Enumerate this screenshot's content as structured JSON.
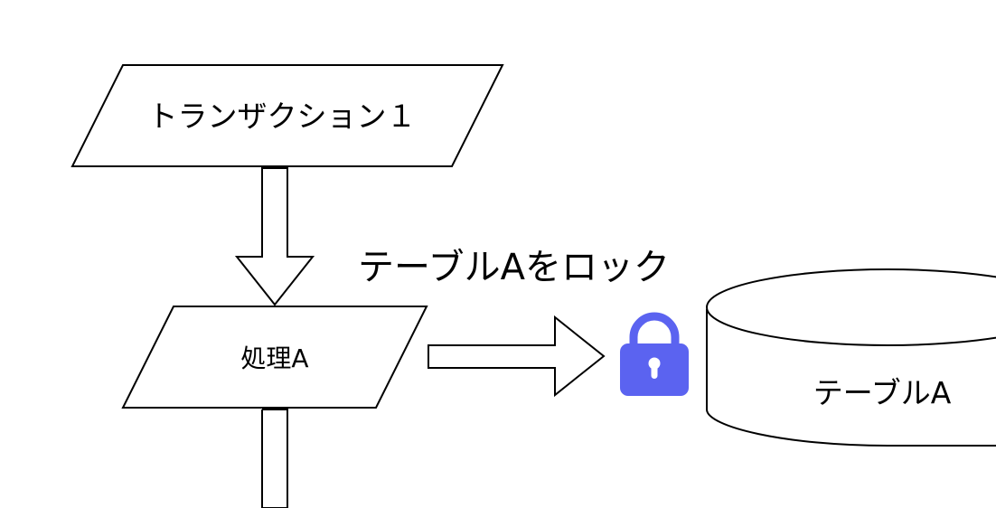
{
  "nodes": {
    "transaction": {
      "label": "トランザクション１"
    },
    "process": {
      "label": "処理A"
    },
    "table": {
      "label": "テーブルA"
    }
  },
  "annotation": {
    "label": "テーブルAをロック"
  },
  "icons": {
    "lock": {
      "name": "lock-icon",
      "color": "#5b63f0"
    }
  },
  "colors": {
    "stroke": "#000000",
    "fill": "#ffffff"
  }
}
